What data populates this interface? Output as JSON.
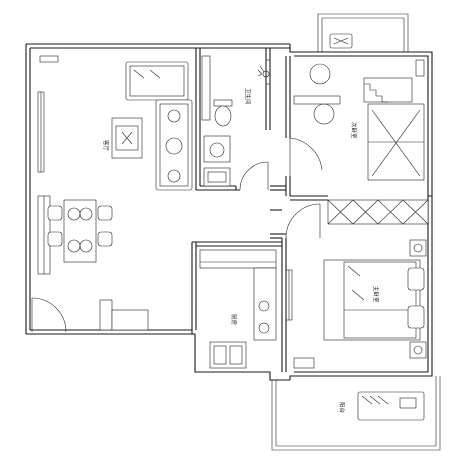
{
  "rooms": {
    "living": "客厅",
    "bathroom": "卫生间",
    "second_bedroom": "次卧室",
    "master_bedroom": "主卧室",
    "kitchen": "厨房",
    "balcony": "阳台"
  },
  "colors": {
    "line": "#1a1a1a",
    "background": "#ffffff"
  }
}
